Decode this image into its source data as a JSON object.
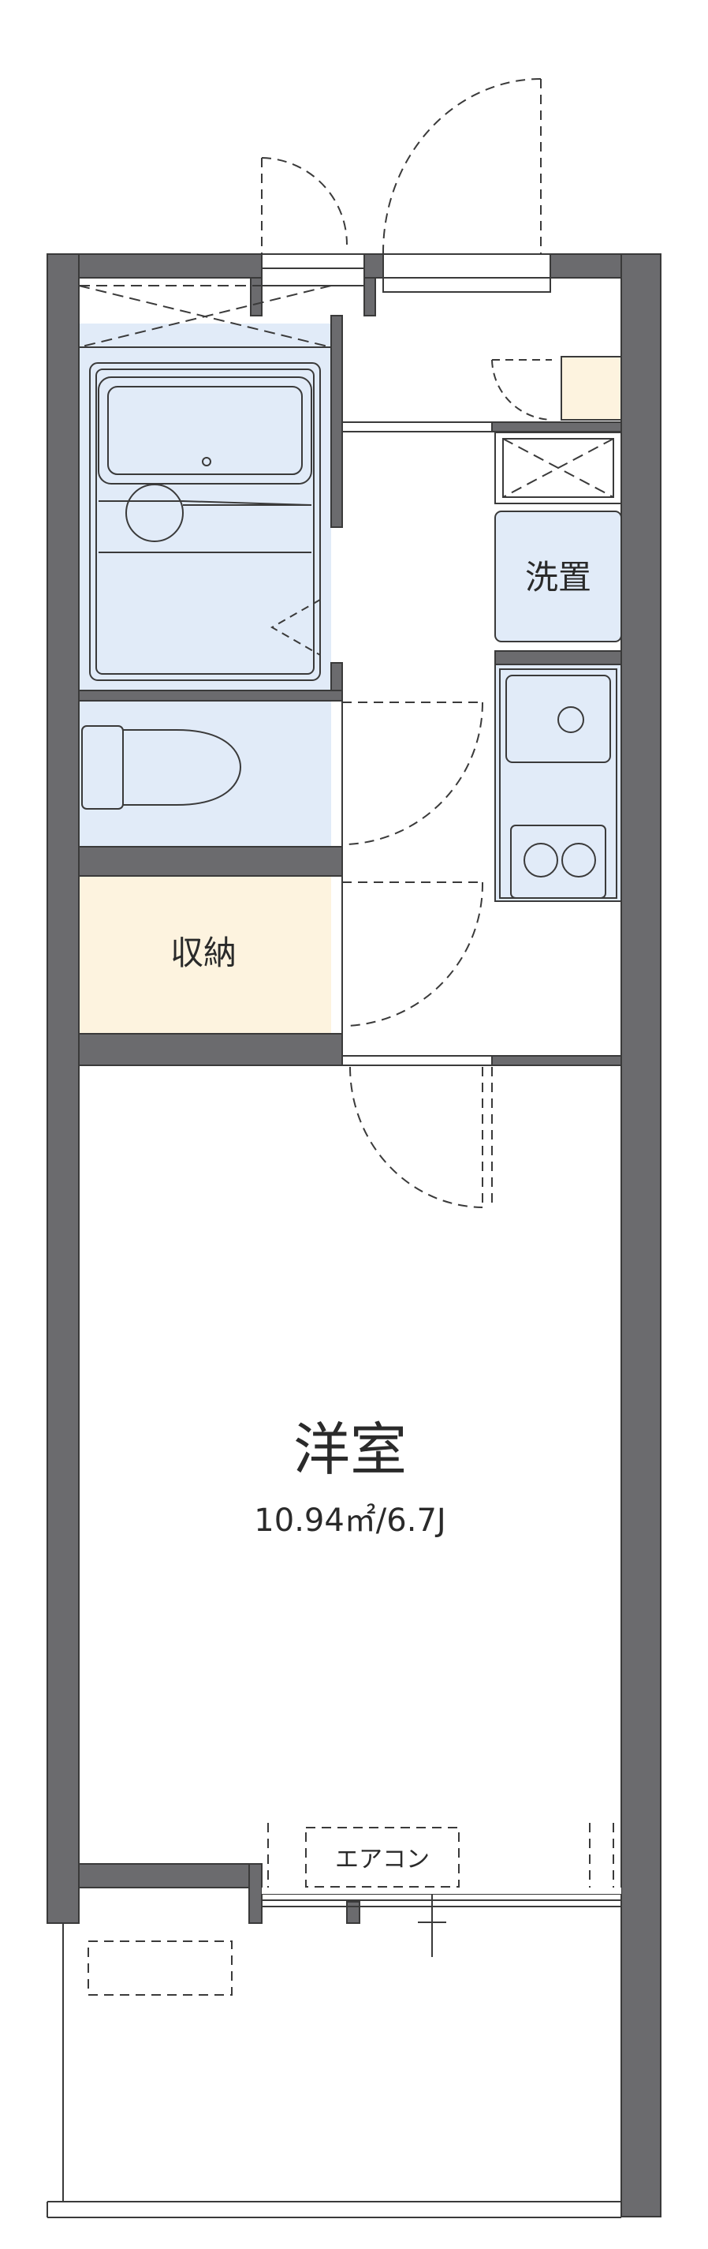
{
  "plan": {
    "rooms": {
      "western_room": {
        "name": "洋室",
        "area": "10.94㎡/6.7J"
      },
      "storage": {
        "name": "収納"
      },
      "laundry": {
        "name": "洗置"
      },
      "air_conditioner": {
        "name": "エアコン"
      }
    }
  },
  "colors": {
    "wall": "#6b6b6e",
    "line": "#3a3a3a",
    "wet_area": "#e1ebf8",
    "storage": "#fdf3df",
    "background": "#ffffff"
  }
}
